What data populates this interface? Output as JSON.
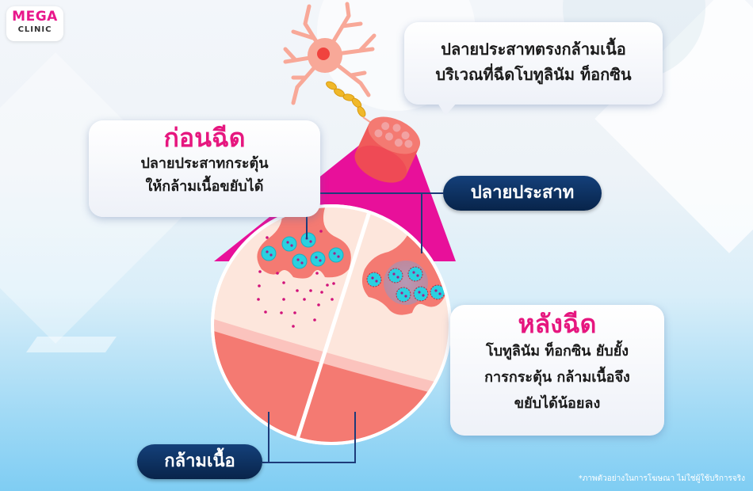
{
  "logo": {
    "line1": "MEGA",
    "line2": "CLINIC"
  },
  "callouts": {
    "top": {
      "lines": [
        "ปลายประสาทตรงกล้ามเนื้อ",
        "บริเวณที่ฉีดโบทูลินัม ท็อกซิน"
      ]
    },
    "before": {
      "title": "ก่อนฉีด",
      "lines": [
        "ปลายประสาทกระตุ้น",
        "ให้กล้ามเนื้อขยับได้"
      ]
    },
    "after": {
      "title": "หลังฉีด",
      "lines": [
        "โบทูลินัม ท็อกซิน ยับยั้ง",
        "การกระตุ้น กล้ามเนื้อจึง",
        "ขยับได้น้อยลง"
      ]
    }
  },
  "labels": {
    "nerve_ending": "ปลายประสาท",
    "muscle": "กล้ามเนื้อ"
  },
  "disclaimer": "*ภาพตัวอย่างในการโฆษณา ไม่ใช่ผู้ใช้บริการจริง",
  "colors": {
    "accent_pink": "#e6177f",
    "magenta_beam": "#e8109a",
    "label_navy": "#0b2d5c",
    "muscle_salmon": "#f47a72",
    "tissue_cream": "#fde6dc",
    "vesicle_cyan": "#2ad0e0",
    "neurotransmitter_dot": "#d1127a",
    "neuron_body": "#f8a898",
    "myelin": "#f0b82a"
  },
  "diagram": {
    "before_vesicles": 6,
    "after_vesicles": 6,
    "released_dots": 22
  }
}
